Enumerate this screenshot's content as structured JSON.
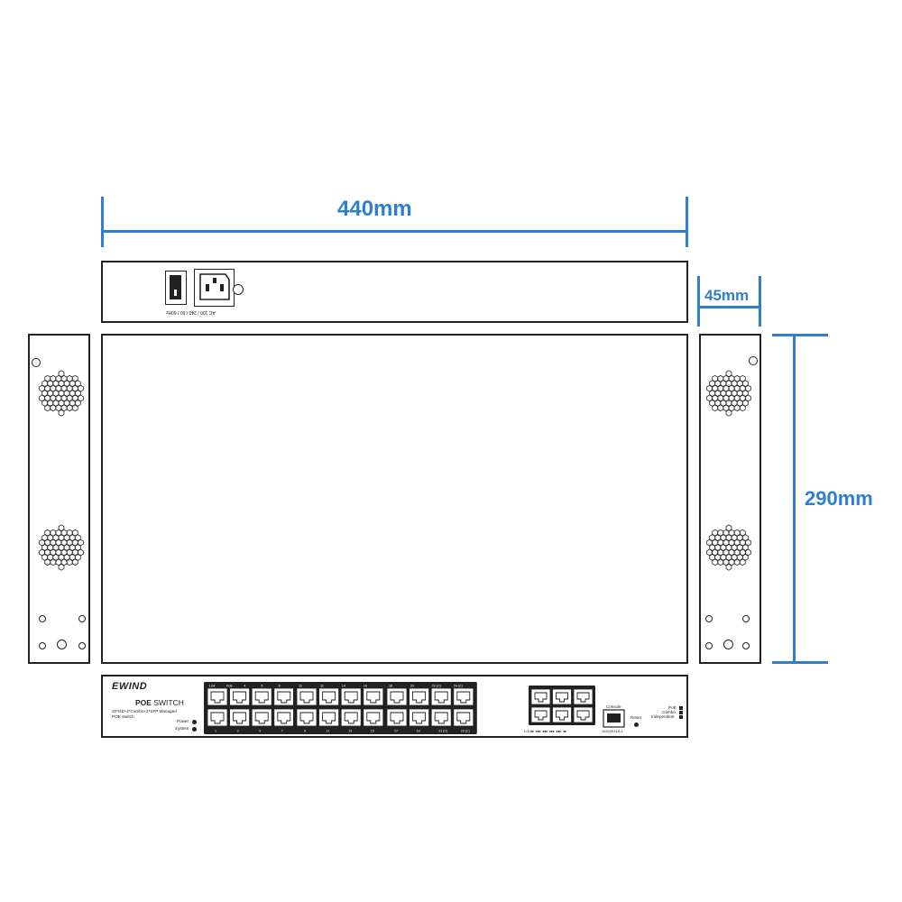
{
  "dimensions": {
    "width": "440mm",
    "height_depth": "45mm",
    "depth": "290mm"
  },
  "colors": {
    "dimension": "#2e7fd0",
    "outline": "#222222"
  },
  "rear_panel": {
    "power_rating": "AC 100 / 240 / 50 / 60Hz",
    "icons": [
      "power-switch-icon",
      "ac-inlet-icon",
      "ground-screw-icon"
    ]
  },
  "front_panel": {
    "brand": "EWIND",
    "product_title_bold": "POE",
    "product_title_rest": " SWITCH",
    "subtitle_line1": "20*GE+4*Combo+2*SFP Managed",
    "subtitle_line2": "POE Switch",
    "status_leds": [
      "Power",
      "System"
    ],
    "port_group_labels_top": [
      [
        "Link",
        "PoE",
        "4",
        "6",
        "8"
      ],
      [
        "10",
        "12",
        "14",
        "16"
      ],
      [
        "18",
        "20",
        "22 (C)",
        "24 (C)"
      ]
    ],
    "port_group_labels_bottom": [
      [
        "1",
        "3",
        "5",
        "7"
      ],
      [
        "9",
        "11",
        "13",
        "15"
      ],
      [
        "17",
        "19",
        "21 (C)",
        "23 (C)"
      ]
    ],
    "console_label": "Console",
    "console_sub": "115200,N,8,1",
    "reset_label": "Reset",
    "sfp_led_prefix": "L/A",
    "mode_leds": [
      "PoE",
      "Combo",
      "Independent"
    ]
  }
}
